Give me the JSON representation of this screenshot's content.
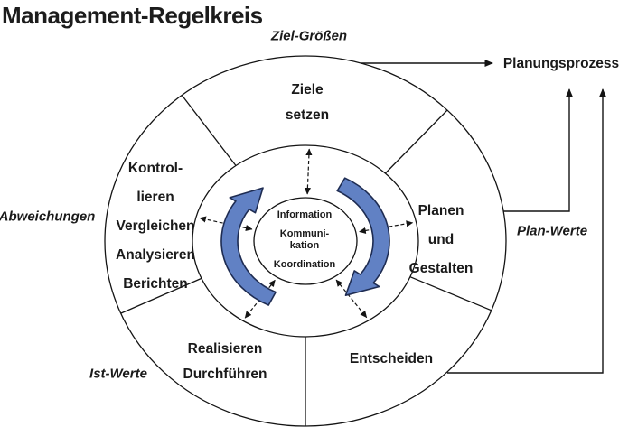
{
  "title": "Management-Regelkreis",
  "outer_labels": {
    "top": "Ziel-Größen",
    "top_right": "Planungsprozess",
    "right": "Plan-Werte",
    "bottom_left": "Ist-Werte",
    "left": "Abweichungen"
  },
  "segments": [
    {
      "id": "ziele-setzen",
      "lines": [
        "Ziele",
        "setzen"
      ]
    },
    {
      "id": "planen-und-gestalten",
      "lines": [
        "Planen",
        "und",
        "Gestalten"
      ]
    },
    {
      "id": "entscheiden",
      "lines": [
        "Entscheiden"
      ]
    },
    {
      "id": "realisieren-durchfuehren",
      "lines": [
        "Realisieren",
        "Durchführen"
      ]
    },
    {
      "id": "kontrollieren-vergleichen-analysieren-berichten",
      "lines": [
        "Kontrol-",
        "lieren",
        "Vergleichen",
        "Analysieren",
        "Berichten"
      ]
    }
  ],
  "center": {
    "lines": [
      "Information",
      "Kommuni-\nkation",
      "Koordination"
    ]
  },
  "icons": {
    "rotation_left": "clockwise-rotation-arrow",
    "rotation_right": "clockwise-rotation-arrow",
    "exchange": "dashed-double-headed-arrow"
  },
  "colors": {
    "line": "#141414",
    "arrow_blue": "#6181c4",
    "arrow_blue_outline": "#1e2c52",
    "background": "#ffffff",
    "text": "#1a1a1a"
  }
}
